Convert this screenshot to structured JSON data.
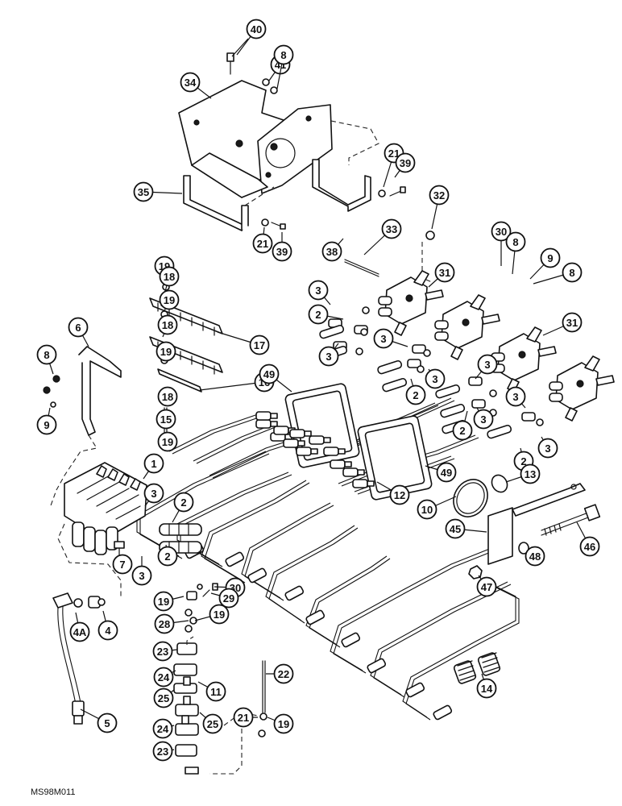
{
  "figure": {
    "reference_code": "MS98M011",
    "callout_labels": [
      "40",
      "41",
      "8",
      "34",
      "35",
      "21",
      "39",
      "38",
      "32",
      "33",
      "21",
      "39",
      "30",
      "8",
      "9",
      "8",
      "19",
      "18",
      "19",
      "17",
      "18",
      "19",
      "16",
      "6",
      "8",
      "9",
      "18",
      "15",
      "19",
      "49",
      "3",
      "2",
      "3",
      "31",
      "31",
      "3",
      "2",
      "3",
      "3",
      "2",
      "3",
      "3",
      "2",
      "3",
      "1",
      "49",
      "12",
      "13",
      "10",
      "3",
      "2",
      "2",
      "45",
      "46",
      "48",
      "47",
      "7",
      "3",
      "4A",
      "4",
      "5",
      "19",
      "28",
      "30",
      "29",
      "19",
      "23",
      "24",
      "11",
      "25",
      "24",
      "25",
      "23",
      "22",
      "21",
      "19",
      "14"
    ]
  }
}
